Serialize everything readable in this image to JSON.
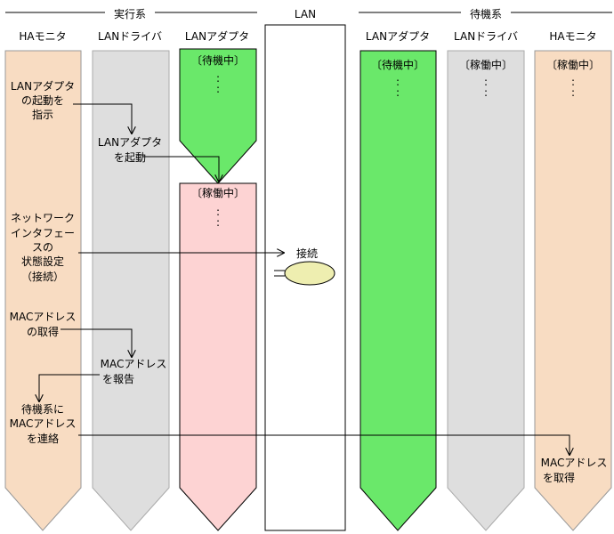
{
  "groups": {
    "active": "実行系",
    "lan": "LAN",
    "standby": "待機系"
  },
  "columns": {
    "ha_monitor": "HAモニタ",
    "lan_driver": "LANドライバ",
    "lan_adapter": "LANアダプタ"
  },
  "states": {
    "standby": "〔待機中〕",
    "running": "〔稼働中〕"
  },
  "steps": {
    "start_instruct": [
      "LANアダプタ",
      "の起動を",
      "指示"
    ],
    "start": [
      "LANアダプタ",
      "を起動"
    ],
    "net_config": [
      "ネットワーク",
      "インタフェー",
      "スの",
      "状態設定",
      "（接続）"
    ],
    "mac_get": [
      "MACアドレス",
      "の取得"
    ],
    "mac_report": [
      "MACアドレス",
      "を報告"
    ],
    "notify": [
      "待機系に",
      "MACアドレス",
      "を連絡"
    ],
    "connect": "接続",
    "standby_mac_get": [
      "MACアドレス",
      "を取得"
    ]
  },
  "colors": {
    "ha_fill": "#f8dcc2",
    "driver_fill": "#dedede",
    "adapter_green": "#6ae86a",
    "adapter_pink": "#fdd3d3",
    "connector": "#eeeeb0"
  }
}
